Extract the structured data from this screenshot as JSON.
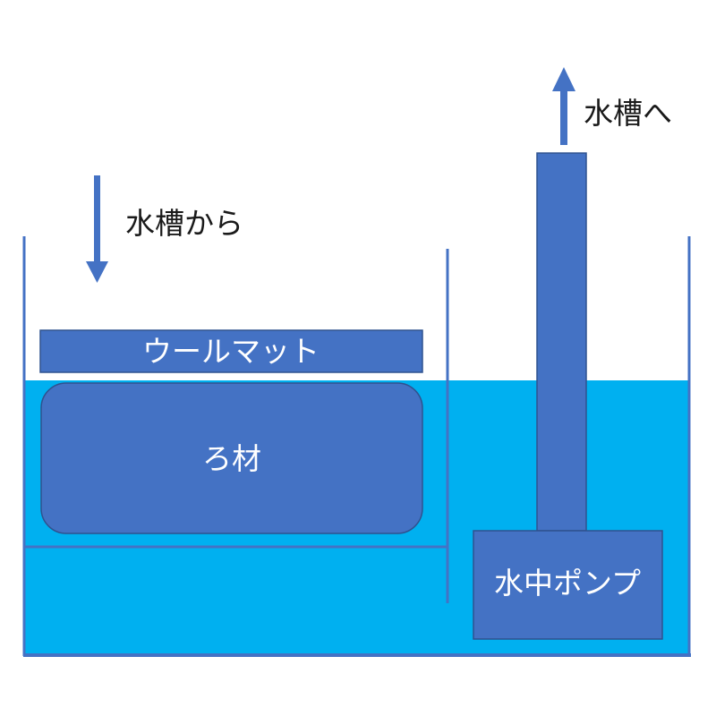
{
  "colors": {
    "water": "#00b0f0",
    "box": "#4472c4",
    "box_border": "#2f528f",
    "wall": "#4472c4",
    "arrow": "#4472c4",
    "text_on_box": "#ffffff",
    "text_plain": "#1a1a1a"
  },
  "labels": {
    "inflow": "水槽から",
    "outflow": "水槽へ",
    "wool_mat": "ウールマット",
    "filter_media": "ろ材",
    "pump": "水中ポンプ"
  }
}
